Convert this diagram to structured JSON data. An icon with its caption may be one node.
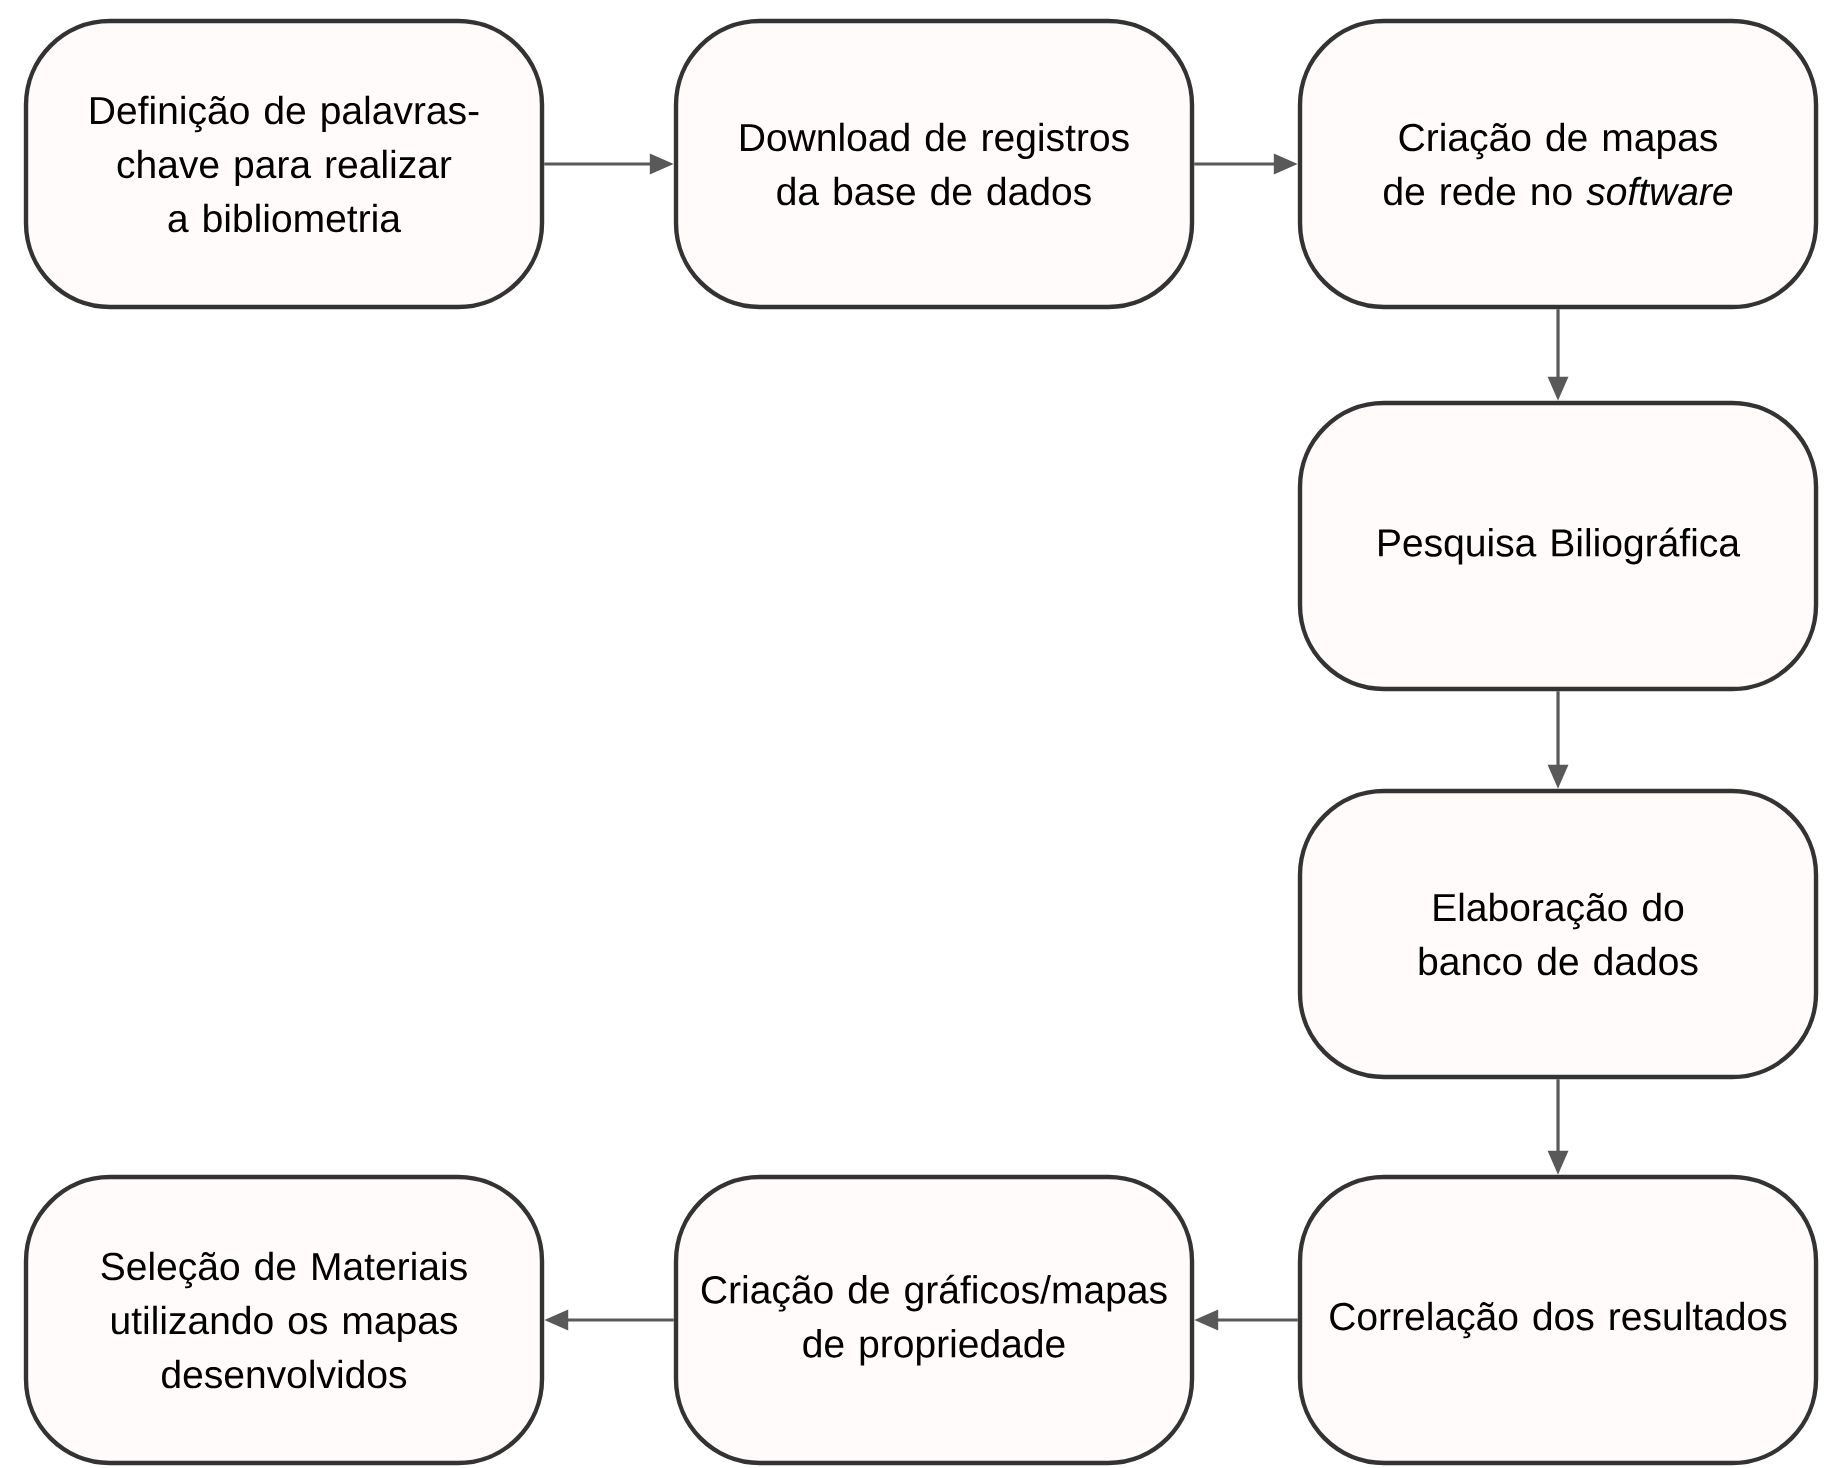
{
  "diagram": {
    "nodes": [
      {
        "text": [
          "Definição de palavras-chave para realizar a bibliometria"
        ]
      },
      {
        "text": [
          "Download de registros da base de dados"
        ]
      },
      {
        "text": [
          "Criação de mapas de rede no *software*"
        ]
      },
      {
        "text": [
          "Pesquisa Biliográfica"
        ]
      },
      {
        "text": [
          "Elaboração do banco de dados"
        ]
      },
      {
        "text": [
          "Correlação dos resultados"
        ]
      },
      {
        "text": [
          "Criação de gráficos/mapas de propriedade"
        ]
      },
      {
        "text": [
          "Seleção de Materiais utilizando os mapas desenvolvidos"
        ]
      }
    ],
    "edges": [
      {
        "from": 0,
        "to": 1,
        "arrow": "to"
      },
      {
        "from": 1,
        "to": 2,
        "arrow": "to"
      },
      {
        "from": 2,
        "to": 3,
        "arrow": "to"
      },
      {
        "from": 3,
        "to": 4,
        "arrow": "to"
      },
      {
        "from": 4,
        "to": 5,
        "arrow": "to"
      },
      {
        "from": 5,
        "to": 6,
        "arrow": "to"
      },
      {
        "from": 6,
        "to": 7,
        "arrow": "to"
      }
    ]
  }
}
